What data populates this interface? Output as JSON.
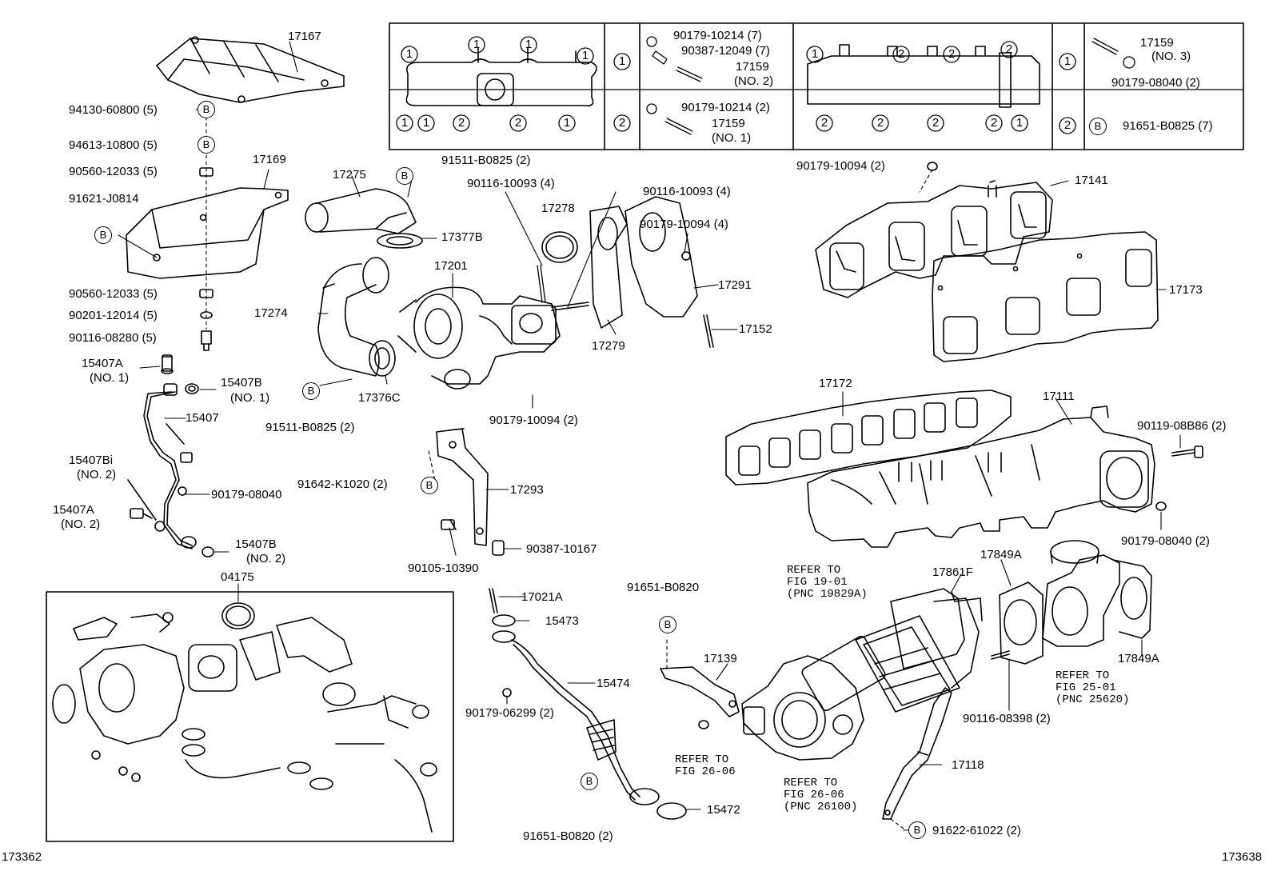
{
  "diagram_id_left": "173362",
  "diagram_id_right": "173638",
  "callout_B": "B",
  "callouts": [
    "1",
    "2"
  ],
  "table": {
    "row1": {
      "a": "90179-10214 (7)",
      "b": "90387-12049 (7)",
      "c": "17159",
      "c2": "(NO. 2)",
      "d": "17159",
      "d2": "(NO. 3)",
      "e": "90179-08040 (2)"
    },
    "row2": {
      "a": "90179-10214 (2)",
      "b": "17159",
      "b2": "(NO. 1)",
      "c": "91651-B0825 (7)"
    }
  },
  "parts": {
    "p17167": "17167",
    "p94130": "94130-60800 (5)",
    "p94613": "94613-10800 (5)",
    "p90560a": "90560-12033 (5)",
    "p17169": "17169",
    "p91621": "91621-J0814",
    "p90560b": "90560-12033 (5)",
    "p90201": "90201-12014 (5)",
    "p90116_08280": "90116-08280 (5)",
    "p15407A1": "15407A",
    "p15407A1n": "(NO. 1)",
    "p15407B1": "15407B",
    "p15407B1n": "(NO. 1)",
    "p15407": "15407",
    "p15407Bi": "15407Bi",
    "p15407Bin": "(NO. 2)",
    "p90179_08040a": "90179-08040",
    "p15407A2": "15407A",
    "p15407A2n": "(NO. 2)",
    "p15407B2": "15407B",
    "p15407B2n": "(NO. 2)",
    "p04175": "04175",
    "p17275": "17275",
    "p91511a": "91511-B0825 (2)",
    "p17377B": "17377B",
    "p17274": "17274",
    "p17201": "17201",
    "p91511b": "91511-B0825 (2)",
    "p17376C": "17376C",
    "p90116_10093a": "90116-10093 (4)",
    "p17278": "17278",
    "p90116_10093b": "90116-10093 (4)",
    "p90179_10094a": "90179-10094 (4)",
    "p17291": "17291",
    "p17279": "17279",
    "p17152": "17152",
    "p90179_10094b": "90179-10094 (2)",
    "p91642": "91642-K1020 (2)",
    "p17293": "17293",
    "p90105": "90105-10390",
    "p90387_10167": "90387-10167",
    "p90179_10094c": "90179-10094 (2)",
    "p17141": "17141",
    "p17173": "17173",
    "p17172": "17172",
    "p17111": "17111",
    "p90119": "90119-08B86 (2)",
    "p90179_08040b": "90179-08040 (2)",
    "p17021A": "17021A",
    "p15473": "15473",
    "p15474": "15474",
    "p90179_06299": "90179-06299 (2)",
    "p15472": "15472",
    "p91651_B0820a": "91651-B0820",
    "p91651_B0820b": "91651-B0820 (2)",
    "p17139": "17139",
    "p17861F": "17861F",
    "p17849Aa": "17849A",
    "p17849Ab": "17849A",
    "p90116_08398": "90116-08398 (2)",
    "p17118": "17118",
    "p91622": "91622-61022 (2)"
  },
  "refers": {
    "r1": "REFER TO\nFIG 19-01\n(PNC 19829A)",
    "r2": "REFER TO\nFIG 26-06",
    "r3": "REFER TO\nFIG 26-06\n(PNC 26100)",
    "r4": "REFER TO\nFIG 25-01\n(PNC 25620)"
  }
}
